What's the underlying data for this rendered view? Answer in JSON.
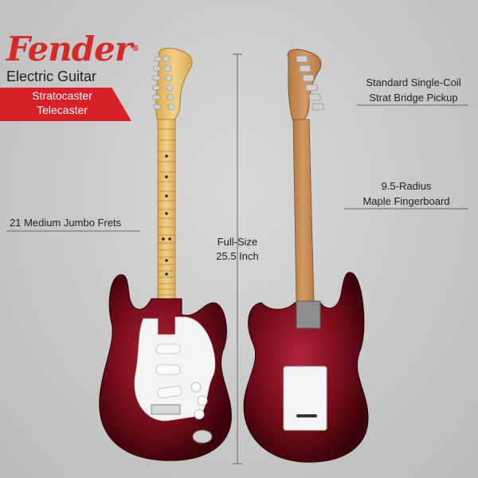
{
  "brand": {
    "logo_text": "Fender",
    "registered_mark": "®"
  },
  "product": {
    "title": "Electric Guitar",
    "models": [
      "Stratocaster",
      "Telecaster"
    ]
  },
  "callouts": {
    "left": "21 Medium Jumbo Frets",
    "center_line1": "Full-Size",
    "center_line2": "25.5 Inch",
    "right_top_line1": "Standard Single-Coil",
    "right_top_line2": "Strat Bridge Pickup",
    "right_mid_line1": "9.5-Radius",
    "right_mid_line2": "Maple Fingerboard"
  },
  "colors": {
    "brand_red": "#d8202a",
    "body_red": "#7a0d1c",
    "maple": "#e8c67a",
    "rosewood_back": "#c48a55",
    "pickguard": "#f4f4f2"
  }
}
